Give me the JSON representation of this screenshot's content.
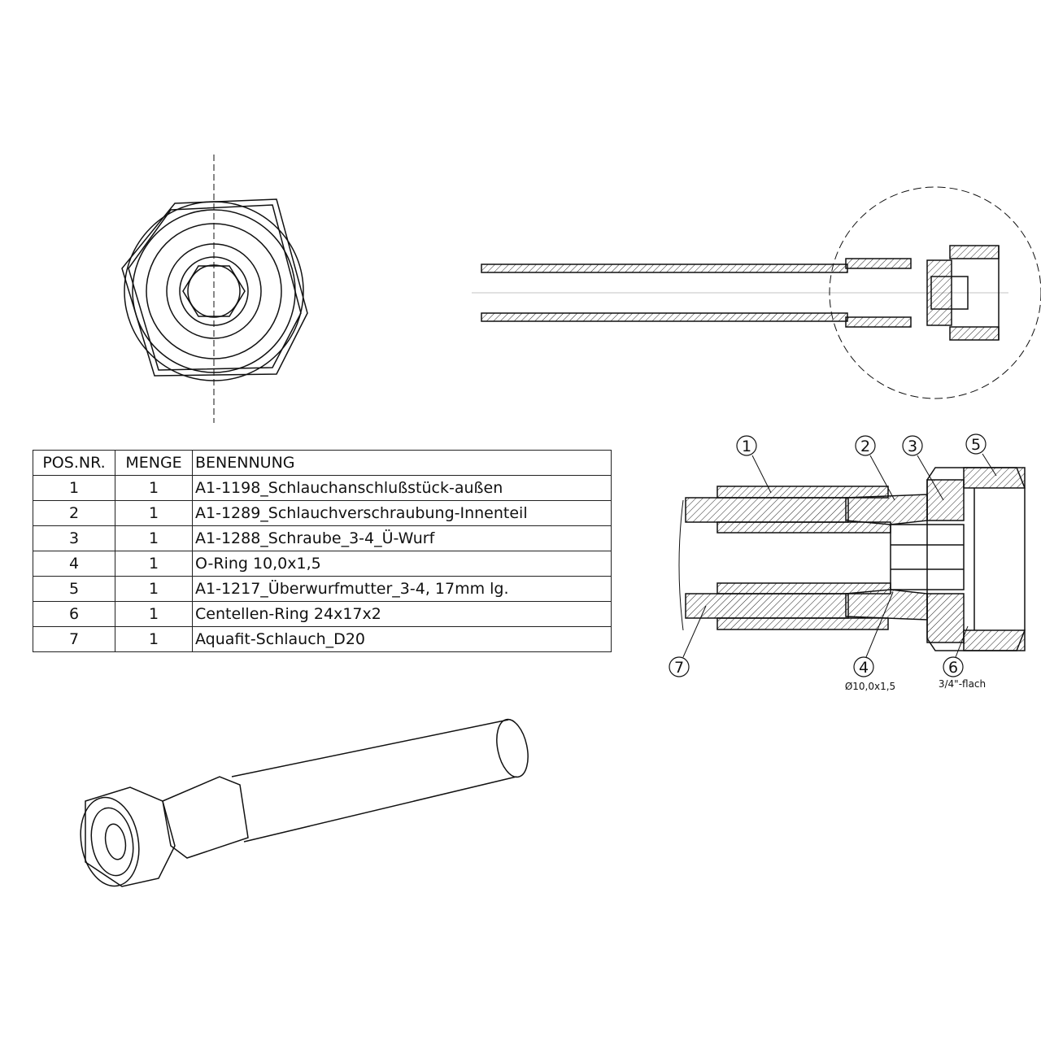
{
  "bom": {
    "headers": {
      "pos": "POS.NR.",
      "qty": "MENGE",
      "name": "BENENNUNG"
    },
    "rows": [
      {
        "pos": "1",
        "qty": "1",
        "name": "A1-1198_Schlauchanschlußstück-außen"
      },
      {
        "pos": "2",
        "qty": "1",
        "name": "A1-1289_Schlauchverschraubung-Innenteil"
      },
      {
        "pos": "3",
        "qty": "1",
        "name": "A1-1288_Schraube_3-4_Ü-Wurf"
      },
      {
        "pos": "4",
        "qty": "1",
        "name": "O-Ring 10,0x1,5"
      },
      {
        "pos": "5",
        "qty": "1",
        "name": "A1-1217_Überwurfmutter_3-4, 17mm lg."
      },
      {
        "pos": "6",
        "qty": "1",
        "name": "Centellen-Ring 24x17x2"
      },
      {
        "pos": "7",
        "qty": "1",
        "name": "Aquafit-Schlauch_D20"
      }
    ]
  },
  "balloons": {
    "b1": "1",
    "b2": "2",
    "b3": "3",
    "b4": "4",
    "b5": "5",
    "b6": "6",
    "b7": "7"
  },
  "notes": {
    "oring": "Ø10,0x1,5",
    "thread": "3/4\"-flach"
  }
}
